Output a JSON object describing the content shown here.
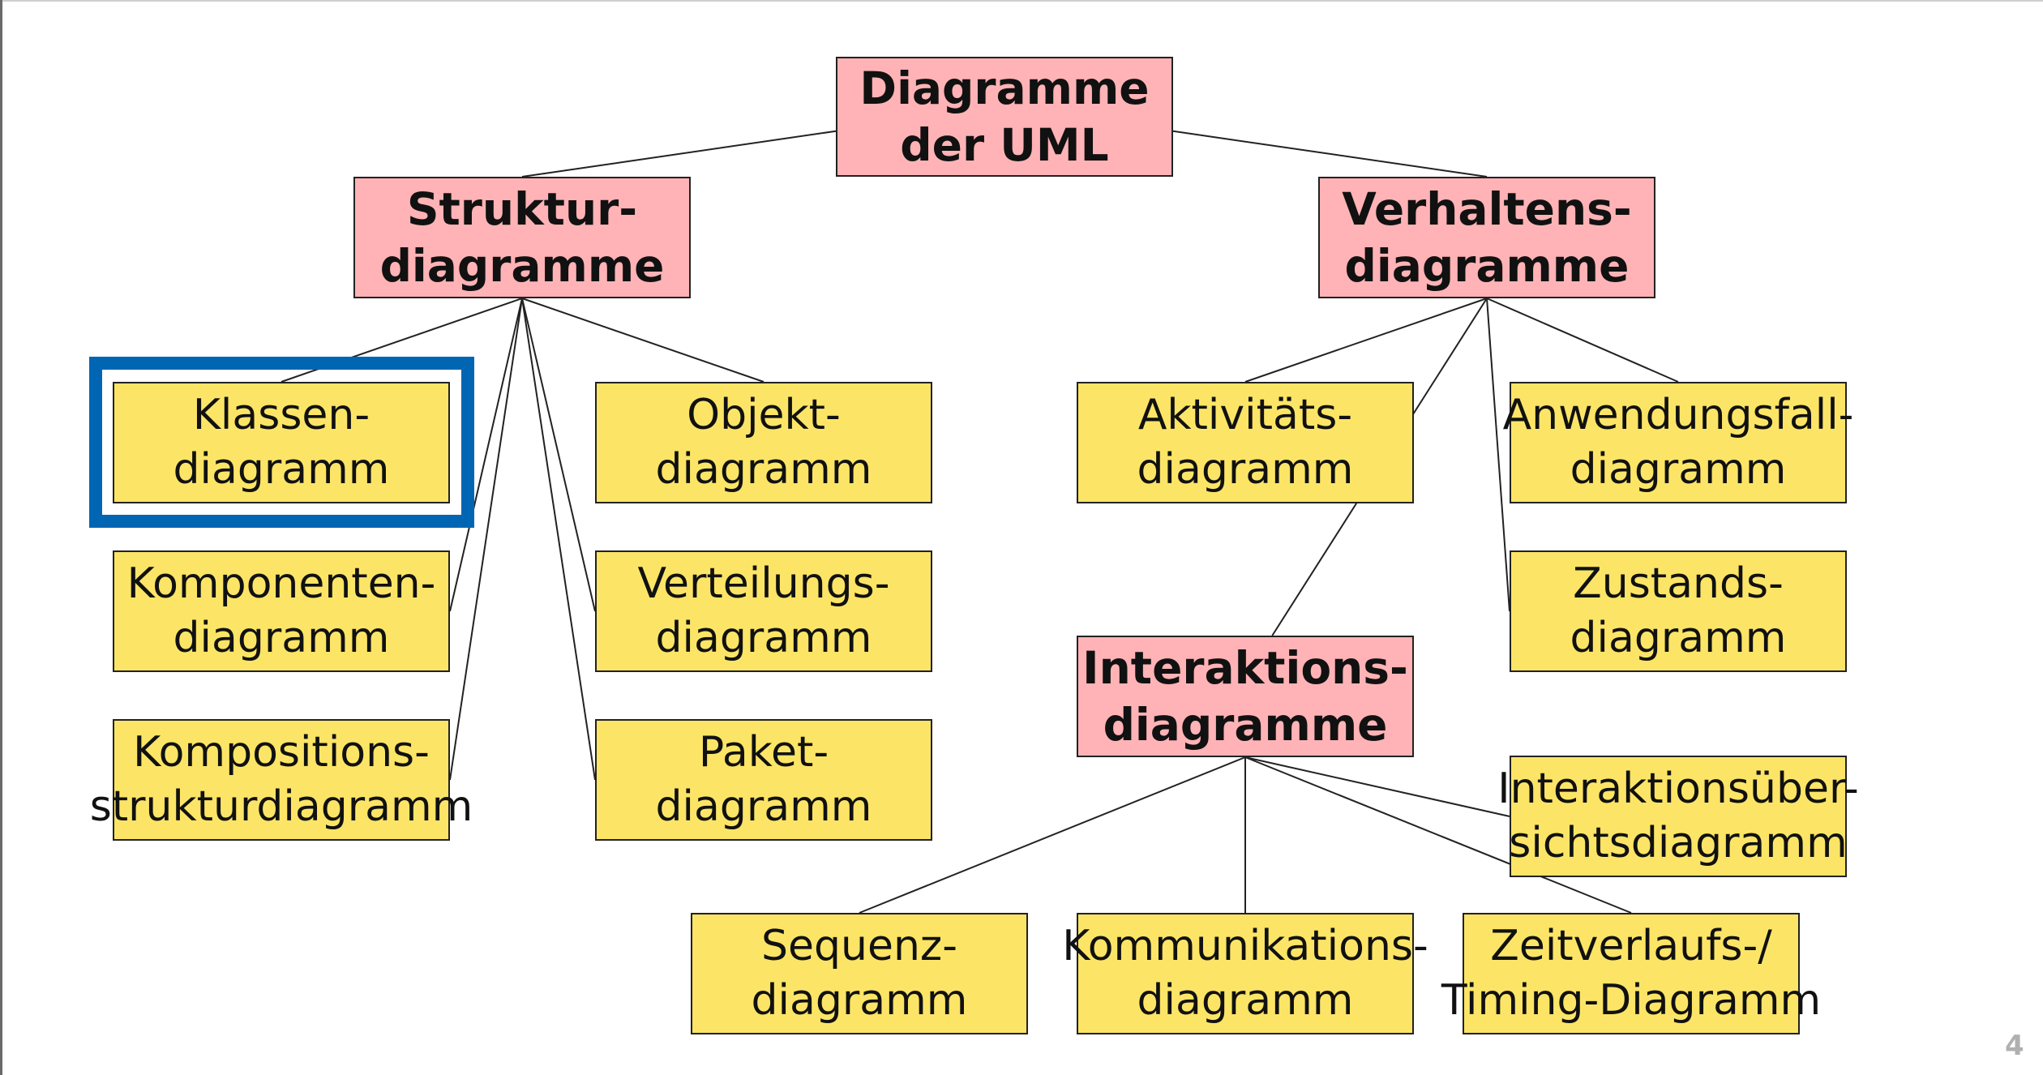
{
  "colors": {
    "category_fill": "#ffb3b6",
    "leaf_fill": "#fce566",
    "highlight": "#0066b3",
    "line": "#222222"
  },
  "nodes": {
    "root": [
      "Diagramme",
      "der UML"
    ],
    "struktur": [
      "Struktur-",
      "diagramme"
    ],
    "verhalten": [
      "Verhaltens-",
      "diagramme"
    ],
    "klassen": [
      "Klassen-",
      "diagramm"
    ],
    "komponenten": [
      "Komponenten-",
      "diagramm"
    ],
    "kompositions": [
      "Kompositions-",
      "strukturdiagramm"
    ],
    "objekt": [
      "Objekt-",
      "diagramm"
    ],
    "verteilungs": [
      "Verteilungs-",
      "diagramm"
    ],
    "paket": [
      "Paket-",
      "diagramm"
    ],
    "aktivitaets": [
      "Aktivitäts-",
      "diagramm"
    ],
    "anwendungsfall": [
      "Anwendungsfall-",
      "diagramm"
    ],
    "zustands": [
      "Zustands-",
      "diagramm"
    ],
    "interaktion": [
      "Interaktions-",
      "diagramme"
    ],
    "interaktionsuebersicht": [
      "Interaktionsüber-",
      "sichtsdiagramm"
    ],
    "sequenz": [
      "Sequenz-",
      "diagramm"
    ],
    "kommunikations": [
      "Kommunikations-",
      "diagramm"
    ],
    "zeitverlaufs": [
      "Zeitverlaufs-/",
      "Timing-Diagramm"
    ]
  },
  "edges": [
    [
      "root",
      "struktur"
    ],
    [
      "root",
      "verhalten"
    ],
    [
      "struktur",
      "klassen"
    ],
    [
      "struktur",
      "komponenten"
    ],
    [
      "struktur",
      "kompositions"
    ],
    [
      "struktur",
      "objekt"
    ],
    [
      "struktur",
      "verteilungs"
    ],
    [
      "struktur",
      "paket"
    ],
    [
      "verhalten",
      "aktivitaets"
    ],
    [
      "verhalten",
      "anwendungsfall"
    ],
    [
      "verhalten",
      "zustands"
    ],
    [
      "verhalten",
      "interaktion"
    ],
    [
      "interaktion",
      "sequenz"
    ],
    [
      "interaktion",
      "kommunikations"
    ],
    [
      "interaktion",
      "zeitverlaufs"
    ],
    [
      "interaktion",
      "interaktionsuebersicht"
    ]
  ],
  "highlighted_node": "klassen",
  "page_number": "4"
}
